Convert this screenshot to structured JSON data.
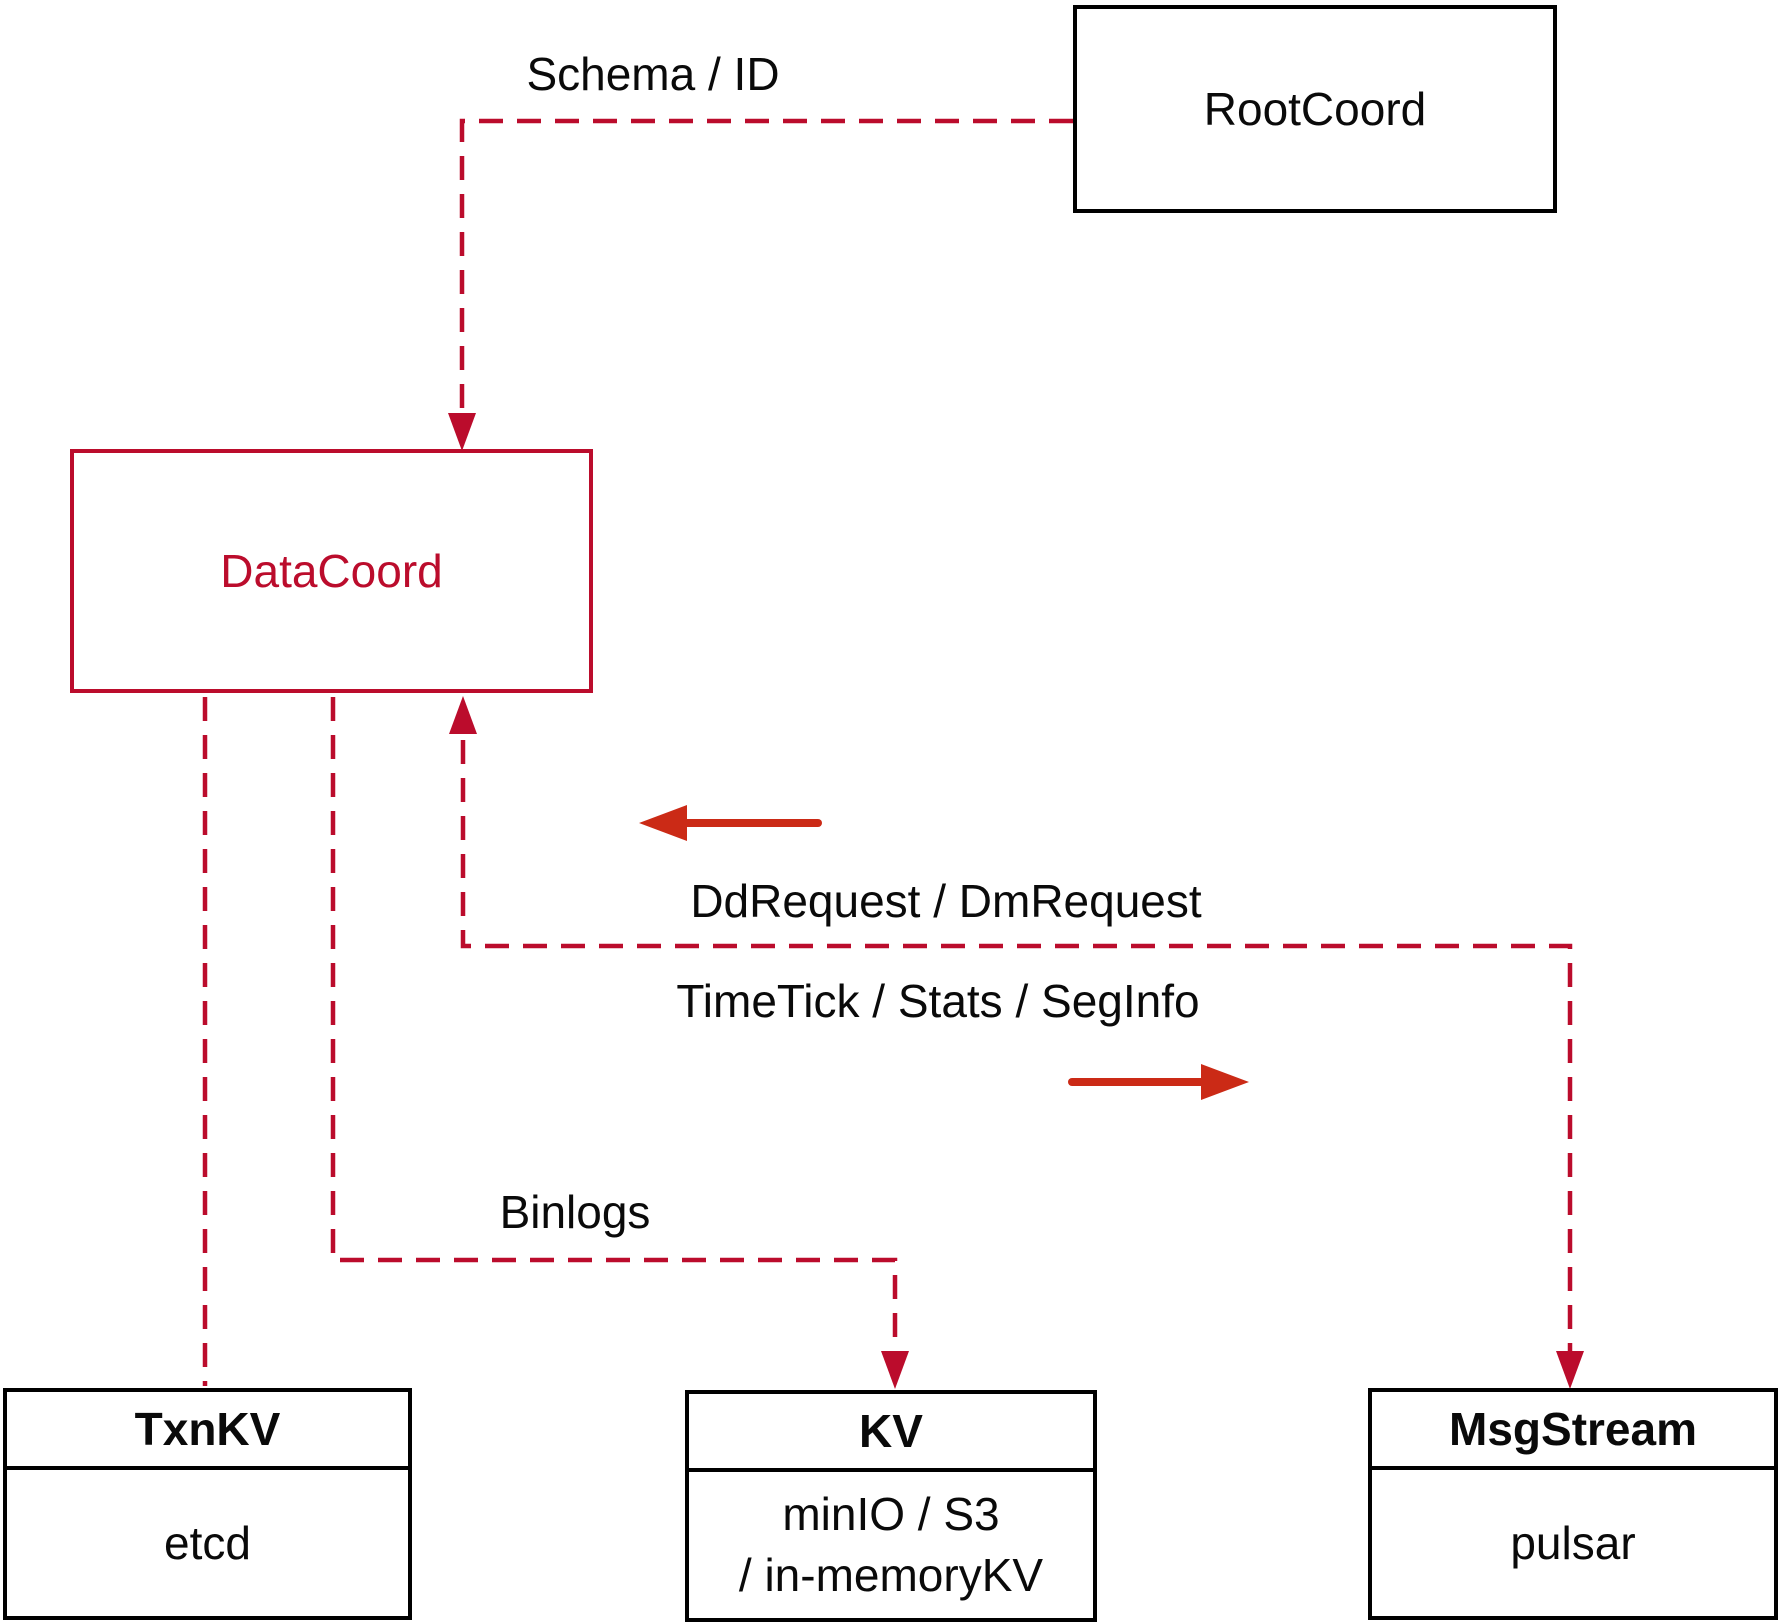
{
  "colors": {
    "crimson": "#bb0c2c",
    "solid_red": "#cb2a16",
    "box_border_black": "#000000"
  },
  "nodes": {
    "rootcoord": {
      "label": "RootCoord"
    },
    "datacoord": {
      "label": "DataCoord"
    },
    "txnkv": {
      "title": "TxnKV",
      "body": "etcd"
    },
    "kv": {
      "title": "KV",
      "body_line1": "minIO / S3",
      "body_line2": "/ in-memoryKV"
    },
    "msgstream": {
      "title": "MsgStream",
      "body": "pulsar"
    }
  },
  "edge_labels": {
    "schema_id": "Schema / ID",
    "dd_dm": "DdRequest / DmRequest",
    "timetick": "TimeTick / Stats / SegInfo",
    "binlogs": "Binlogs"
  }
}
